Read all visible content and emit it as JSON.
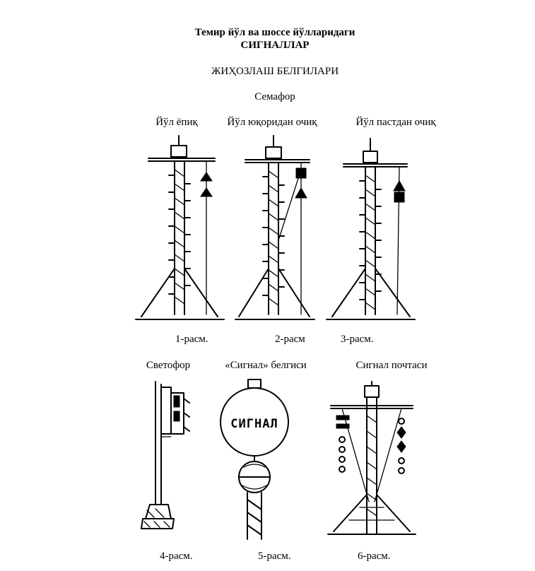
{
  "header": {
    "title_line1": "Темир йўл ва шоссе йўлларидаги",
    "title_line2": "СИГНАЛЛАР",
    "subtitle": "ЖИҲОЗЛАШ БЕЛГИЛАРИ",
    "section": "Семафор"
  },
  "semaphores": [
    {
      "caption": "Йўл ёпиқ",
      "figure": "1-расм."
    },
    {
      "caption": "Йўл юқоридан очиқ",
      "figure": "2-расм"
    },
    {
      "caption": "Йўл пастдан очиқ",
      "figure": "3-расм."
    }
  ],
  "bottom": [
    {
      "caption": "Светофор",
      "figure": "4-расм."
    },
    {
      "caption": "«Сигнал» белгиси",
      "figure": "5-расм."
    },
    {
      "caption": "Сигнал почтаси",
      "figure": "6-расм."
    }
  ],
  "sign_text": "СИГНАЛ"
}
